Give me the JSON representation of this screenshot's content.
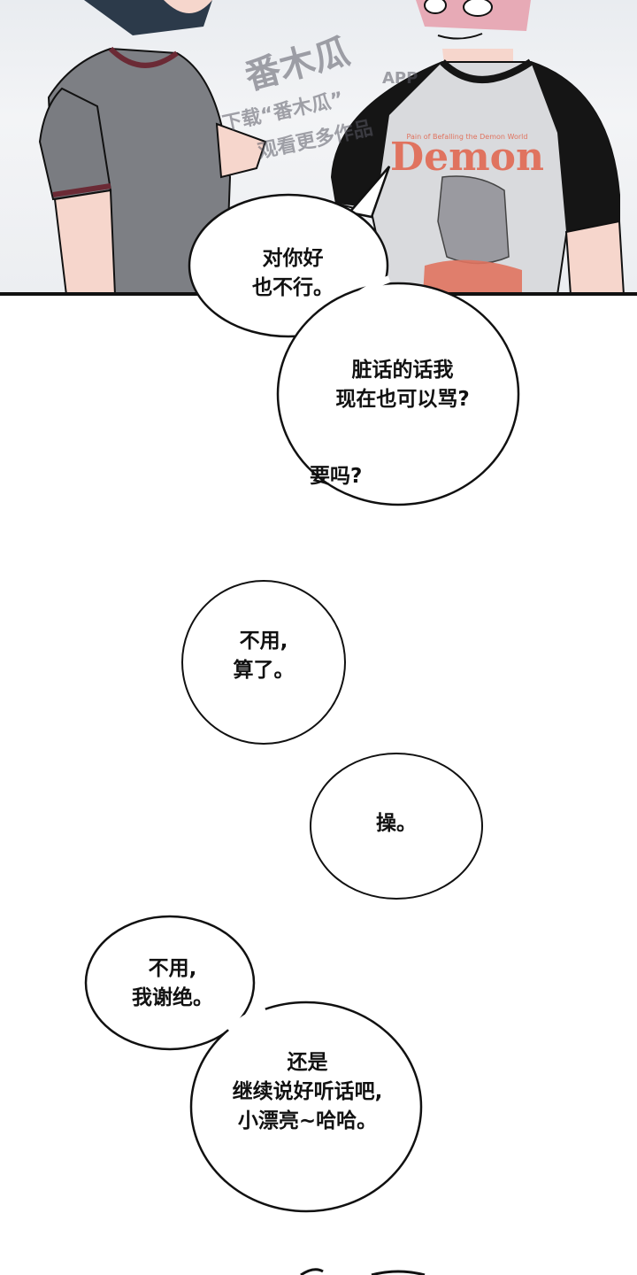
{
  "panel": {
    "watermark_logo": "番木瓜",
    "watermark_app": "APP",
    "watermark_line1": "下载“番木瓜”",
    "watermark_line2": "观看更多作品",
    "shirt_print": "Demon",
    "shirt_small_text": "Pain of Befalling the Demon World"
  },
  "dialogue": {
    "b1": "对你好\n也不行。",
    "b2": "脏话的话我\n现在也可以骂?",
    "b2_tail": "要吗?",
    "b3": "不用,\n算了。",
    "b4": "操。",
    "b5": "不用,\n我谢绝。",
    "b6": "还是\n继续说好听话吧,\n小漂亮~哈哈。"
  },
  "colors": {
    "ink": "#111111",
    "shirt_gray": "#7d7f84",
    "shirt_trim": "#6b2a35",
    "sleeve_black": "#151515",
    "print_red": "#e0735f",
    "skin": "#f6d6cc",
    "hair_dark": "#2c3a4a",
    "hair_pink": "#e7aab6"
  }
}
